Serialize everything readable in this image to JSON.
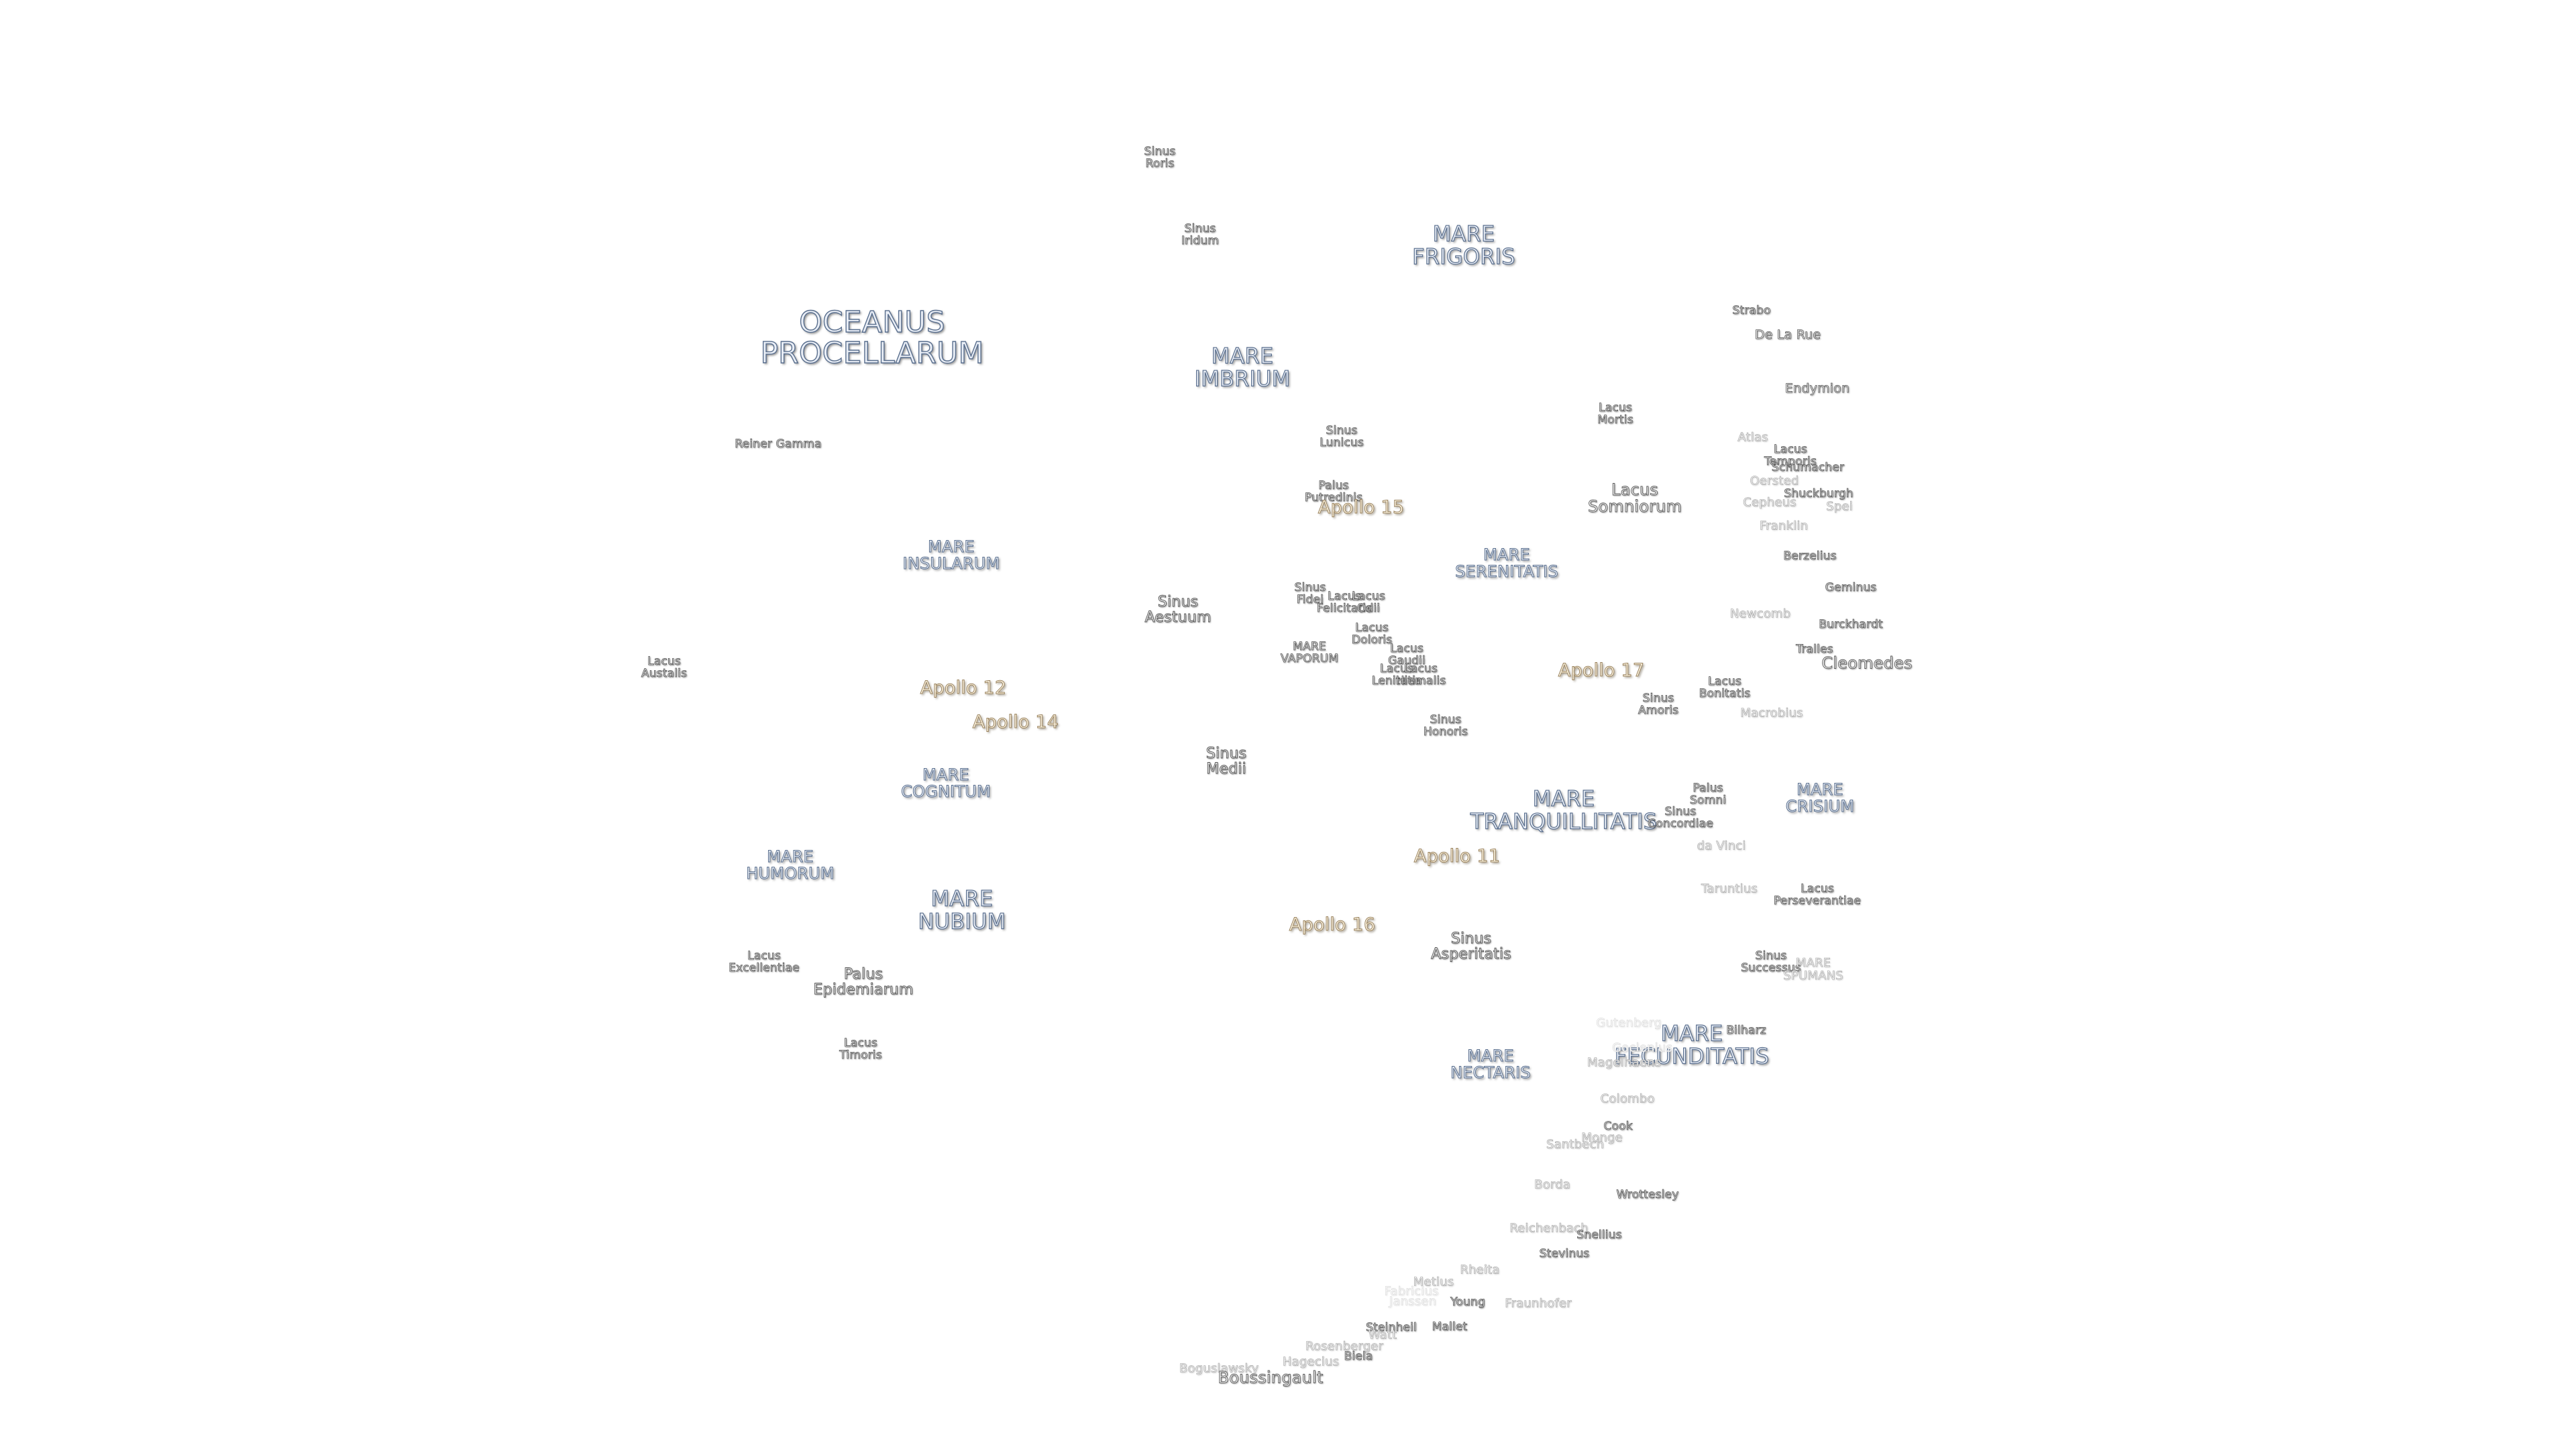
{
  "map": {
    "colors": {
      "background": "#ffffff",
      "mare_outline": "#5a6f8e",
      "apollo_outline": "#9b8460",
      "crater_outline": "#5b5b5b"
    },
    "labels": [
      {
        "id": "sinus-roris",
        "kind": "sinus",
        "text": "Sinus\nRoris"
      },
      {
        "id": "sinus-iridum",
        "kind": "sinus",
        "text": "Sinus\nIridum"
      },
      {
        "id": "mare-frigoris",
        "kind": "mare",
        "text": "MARE\nFRIGORIS"
      },
      {
        "id": "oceanus-procellarum",
        "kind": "ocean",
        "text": "OCEANUS\nPROCELLARUM"
      },
      {
        "id": "mare-imbrium",
        "kind": "mare",
        "text": "MARE\nIMBRIUM"
      },
      {
        "id": "reiner-gamma",
        "kind": "sinus",
        "text": "Reiner Gamma"
      },
      {
        "id": "strabo",
        "kind": "sinus",
        "text": "Strabo"
      },
      {
        "id": "de-la-rue",
        "kind": "crater",
        "text": "De La Rue"
      },
      {
        "id": "endymion",
        "kind": "crater",
        "text": "Endymion"
      },
      {
        "id": "lacus-mortis",
        "kind": "sinus",
        "text": "Lacus\nMortis"
      },
      {
        "id": "sinus-lunicus",
        "kind": "sinus",
        "text": "Sinus\nLunicus"
      },
      {
        "id": "atlas",
        "kind": "faint",
        "text": "Atlas"
      },
      {
        "id": "lacus-temporis",
        "kind": "sinus",
        "text": "Lacus\nTemporis"
      },
      {
        "id": "schumacher",
        "kind": "sinus",
        "text": "Schumacher"
      },
      {
        "id": "oersted",
        "kind": "faint",
        "text": "Oersted"
      },
      {
        "id": "palus-putredinis",
        "kind": "sinus",
        "text": "Palus\nPutredinis"
      },
      {
        "id": "apollo-15",
        "kind": "apollo",
        "text": "Apollo 15"
      },
      {
        "id": "lacus-somniorum",
        "kind": "crater-lg",
        "text": "Lacus\nSomniorum"
      },
      {
        "id": "cepheus",
        "kind": "faint",
        "text": "Cepheus"
      },
      {
        "id": "shuckburgh",
        "kind": "sinus",
        "text": "Shuckburgh"
      },
      {
        "id": "spei",
        "kind": "faint",
        "text": "Spei"
      },
      {
        "id": "franklin",
        "kind": "faint",
        "text": "Franklin"
      },
      {
        "id": "mare-insularum",
        "kind": "mare-sm",
        "text": "MARE\nINSULARUM"
      },
      {
        "id": "mare-serenitatis",
        "kind": "mare-sm",
        "text": "MARE\nSERENITATIS"
      },
      {
        "id": "berzelius",
        "kind": "sinus",
        "text": "Berzelius"
      },
      {
        "id": "sinus-fidei",
        "kind": "sinus",
        "text": "Sinus\nFidei"
      },
      {
        "id": "lacus-felicitatis",
        "kind": "sinus",
        "text": "Lacus\nFelicitatis"
      },
      {
        "id": "lacus-odii",
        "kind": "sinus",
        "text": "Lacus\nOdii"
      },
      {
        "id": "sinus-aestuum",
        "kind": "sinus-md",
        "text": "Sinus\nAestuum"
      },
      {
        "id": "geminus",
        "kind": "sinus",
        "text": "Geminus"
      },
      {
        "id": "newcomb",
        "kind": "faint",
        "text": "Newcomb"
      },
      {
        "id": "burckhardt",
        "kind": "sinus",
        "text": "Burckhardt"
      },
      {
        "id": "lacus-doloris",
        "kind": "sinus",
        "text": "Lacus\nDoloris"
      },
      {
        "id": "mare-vaporum",
        "kind": "sinus",
        "text": "MARE\nVAPORUM"
      },
      {
        "id": "lacus-gaudii",
        "kind": "sinus",
        "text": "Lacus\nGaudii"
      },
      {
        "id": "tralles",
        "kind": "sinus",
        "text": "Tralles"
      },
      {
        "id": "cleomedes",
        "kind": "crater-lg",
        "text": "Cleomedes"
      },
      {
        "id": "lacus-austalis",
        "kind": "sinus",
        "text": "Lacus\nAustalis"
      },
      {
        "id": "apollo-17",
        "kind": "apollo",
        "text": "Apollo 17"
      },
      {
        "id": "lacus-lenitatis",
        "kind": "sinus",
        "text": "Lacus\nLenitatis"
      },
      {
        "id": "lacus-hiemalis",
        "kind": "sinus",
        "text": "Lacus\nHiemalis"
      },
      {
        "id": "apollo-12",
        "kind": "apollo",
        "text": "Apollo 12"
      },
      {
        "id": "lacus-bonitatis",
        "kind": "sinus",
        "text": "Lacus\nBonitatis"
      },
      {
        "id": "sinus-amoris",
        "kind": "sinus",
        "text": "Sinus\nAmoris"
      },
      {
        "id": "macrobius",
        "kind": "faint",
        "text": "Macrobius"
      },
      {
        "id": "apollo-14",
        "kind": "apollo",
        "text": "Apollo 14"
      },
      {
        "id": "sinus-honoris",
        "kind": "sinus",
        "text": "Sinus\nHonoris"
      },
      {
        "id": "sinus-medii",
        "kind": "sinus-md",
        "text": "Sinus\nMedii"
      },
      {
        "id": "mare-cognitum",
        "kind": "mare-sm",
        "text": "MARE\nCOGNITUM"
      },
      {
        "id": "palus-somni",
        "kind": "sinus",
        "text": "Palus\nSomni"
      },
      {
        "id": "mare-crisium",
        "kind": "mare-sm",
        "text": "MARE\nCRISIUM"
      },
      {
        "id": "mare-tranquillitatis",
        "kind": "mare",
        "text": "MARE\nTRANQUILLITATIS"
      },
      {
        "id": "sinus-concordiae",
        "kind": "sinus",
        "text": "Sinus\nConcordiae"
      },
      {
        "id": "da-vinci",
        "kind": "faint",
        "text": "da Vinci"
      },
      {
        "id": "apollo-11",
        "kind": "apollo",
        "text": "Apollo 11"
      },
      {
        "id": "mare-humorum",
        "kind": "mare-sm",
        "text": "MARE\nHUMORUM"
      },
      {
        "id": "taruntius",
        "kind": "faint",
        "text": "Taruntius"
      },
      {
        "id": "lacus-perseverantiae",
        "kind": "sinus",
        "text": "Lacus\nPerseverantiae"
      },
      {
        "id": "mare-nubium",
        "kind": "mare",
        "text": "MARE\nNUBIUM"
      },
      {
        "id": "apollo-16",
        "kind": "apollo",
        "text": "Apollo 16"
      },
      {
        "id": "sinus-asperitatis",
        "kind": "sinus-md",
        "text": "Sinus\nAsperitatis"
      },
      {
        "id": "lacus-excellentiae",
        "kind": "sinus",
        "text": "Lacus\nExcellentiae"
      },
      {
        "id": "sinus-successus",
        "kind": "sinus",
        "text": "Sinus\nSuccessus"
      },
      {
        "id": "mare-spumans",
        "kind": "faint",
        "text": "MARE\nSPUMANS"
      },
      {
        "id": "palus-epidemiarum",
        "kind": "sinus-md",
        "text": "Palus\nEpidemiarum"
      },
      {
        "id": "gutenberg",
        "kind": "ghost",
        "text": "Gutenberg"
      },
      {
        "id": "bilharz",
        "kind": "sinus",
        "text": "Bilharz"
      },
      {
        "id": "mare-fecunditatis",
        "kind": "mare",
        "text": "MARE\nFECUNDITATIS"
      },
      {
        "id": "goclenius",
        "kind": "ghost",
        "text": "Goclenius"
      },
      {
        "id": "lacus-timoris",
        "kind": "sinus",
        "text": "Lacus\nTimoris"
      },
      {
        "id": "magelhaens",
        "kind": "faint",
        "text": "Magelhaens"
      },
      {
        "id": "mare-nectaris",
        "kind": "mare-sm",
        "text": "MARE\nNECTARIS"
      },
      {
        "id": "colombo",
        "kind": "faint",
        "text": "Colombo"
      },
      {
        "id": "cook",
        "kind": "sinus",
        "text": "Cook"
      },
      {
        "id": "monge",
        "kind": "faint",
        "text": "Monge"
      },
      {
        "id": "santbech",
        "kind": "faint",
        "text": "Santbech"
      },
      {
        "id": "borda",
        "kind": "faint",
        "text": "Borda"
      },
      {
        "id": "wrottesley",
        "kind": "sinus",
        "text": "Wrottesley"
      },
      {
        "id": "reichenbach",
        "kind": "faint",
        "text": "Reichenbach"
      },
      {
        "id": "snellius",
        "kind": "sinus",
        "text": "Snellius"
      },
      {
        "id": "stevinus",
        "kind": "sinus",
        "text": "Stevinus"
      },
      {
        "id": "rheita",
        "kind": "faint",
        "text": "Rheita"
      },
      {
        "id": "metius",
        "kind": "faint",
        "text": "Metius"
      },
      {
        "id": "fabricius",
        "kind": "ghost",
        "text": "Fabricius"
      },
      {
        "id": "janssen",
        "kind": "ghost",
        "text": "Janssen"
      },
      {
        "id": "young",
        "kind": "sinus",
        "text": "Young"
      },
      {
        "id": "fraunhofer",
        "kind": "faint",
        "text": "Fraunhofer"
      },
      {
        "id": "steinheil",
        "kind": "sinus",
        "text": "Steinheil"
      },
      {
        "id": "watt",
        "kind": "faint",
        "text": "Watt"
      },
      {
        "id": "mallet",
        "kind": "sinus",
        "text": "Mallet"
      },
      {
        "id": "rosenberger",
        "kind": "faint",
        "text": "Rosenberger"
      },
      {
        "id": "biela",
        "kind": "sinus",
        "text": "Biela"
      },
      {
        "id": "hagecius",
        "kind": "faint",
        "text": "Hagecius"
      },
      {
        "id": "boguslawsky",
        "kind": "faint",
        "text": "Boguslawsky"
      },
      {
        "id": "boussingault",
        "kind": "crater-lg",
        "text": "Boussingault"
      }
    ]
  }
}
